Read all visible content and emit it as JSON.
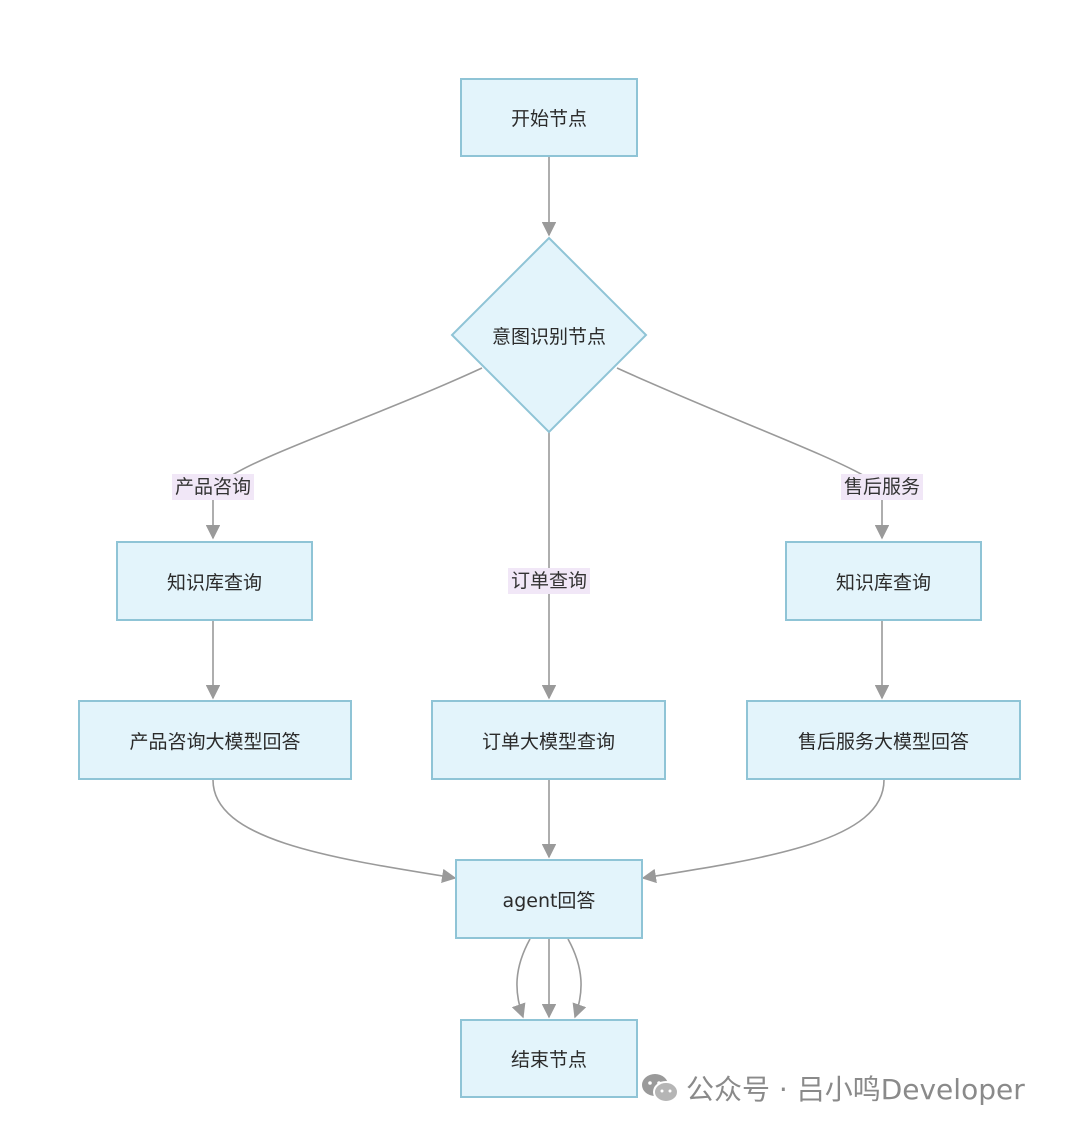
{
  "nodes": {
    "start": "开始节点",
    "intent": "意图识别节点",
    "kb_left": "知识库查询",
    "kb_right": "知识库查询",
    "llm_product": "产品咨询大模型回答",
    "llm_order": "订单大模型查询",
    "llm_aftersale": "售后服务大模型回答",
    "agent": "agent回答",
    "end": "结束节点"
  },
  "edge_labels": {
    "product": "产品咨询",
    "order": "订单查询",
    "aftersale": "售后服务"
  },
  "watermark": {
    "icon": "wechat-icon",
    "text": "公众号 · 吕小鸣Developer"
  },
  "colors": {
    "node_fill": "#e3f4fb",
    "node_border": "#8fc4d6",
    "edge": "#9a9a9a",
    "label_bg": "#f1e7f7"
  }
}
